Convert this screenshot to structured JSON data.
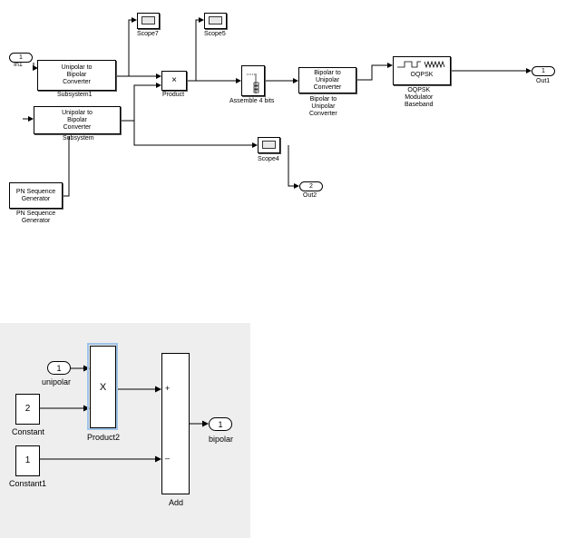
{
  "top_model": {
    "in1": {
      "port": "1",
      "label": "In1"
    },
    "subsystem1": {
      "text": "Unipolar to\nBipolar\nConverter",
      "label": "Subsystem1"
    },
    "subsystem": {
      "text": "Unipolar to\nBipolar\nConverter",
      "label": "Subsystem"
    },
    "pn_generator": {
      "text": "PN Sequence\nGenerator",
      "label": "PN Sequence\nGenerator"
    },
    "scope7": {
      "label": "Scope7"
    },
    "scope5": {
      "label": "Scope5"
    },
    "scope4": {
      "label": "Scope4"
    },
    "product": {
      "symbol": "×",
      "label": "Product"
    },
    "assemble": {
      "label": "Assemble 4 bits"
    },
    "bipolar_to_unipolar": {
      "text": "Bipolar to\nUnipolar\nConverter",
      "label": "Bipolar to\nUnipolar\nConverter"
    },
    "oqpsk": {
      "text": "OQPSK",
      "label": "OQPSK\nModulator\nBaseband"
    },
    "out1": {
      "port": "1",
      "label": "Out1"
    },
    "out2": {
      "port": "2",
      "label": "Out2"
    }
  },
  "sub_model": {
    "unipolar": {
      "port": "1",
      "label": "unipolar"
    },
    "constant": {
      "value": "2",
      "label": "Constant"
    },
    "constant1": {
      "value": "1",
      "label": "Constant1"
    },
    "product2": {
      "symbol": "X",
      "label": "Product2"
    },
    "add": {
      "label": "Add",
      "plus": "+",
      "minus": "–"
    },
    "bipolar": {
      "port": "1",
      "label": "bipolar"
    }
  },
  "colors": {
    "wire": "#000000",
    "subsystem_bg": "#eeeeee",
    "selection": "#9ec3e8"
  }
}
